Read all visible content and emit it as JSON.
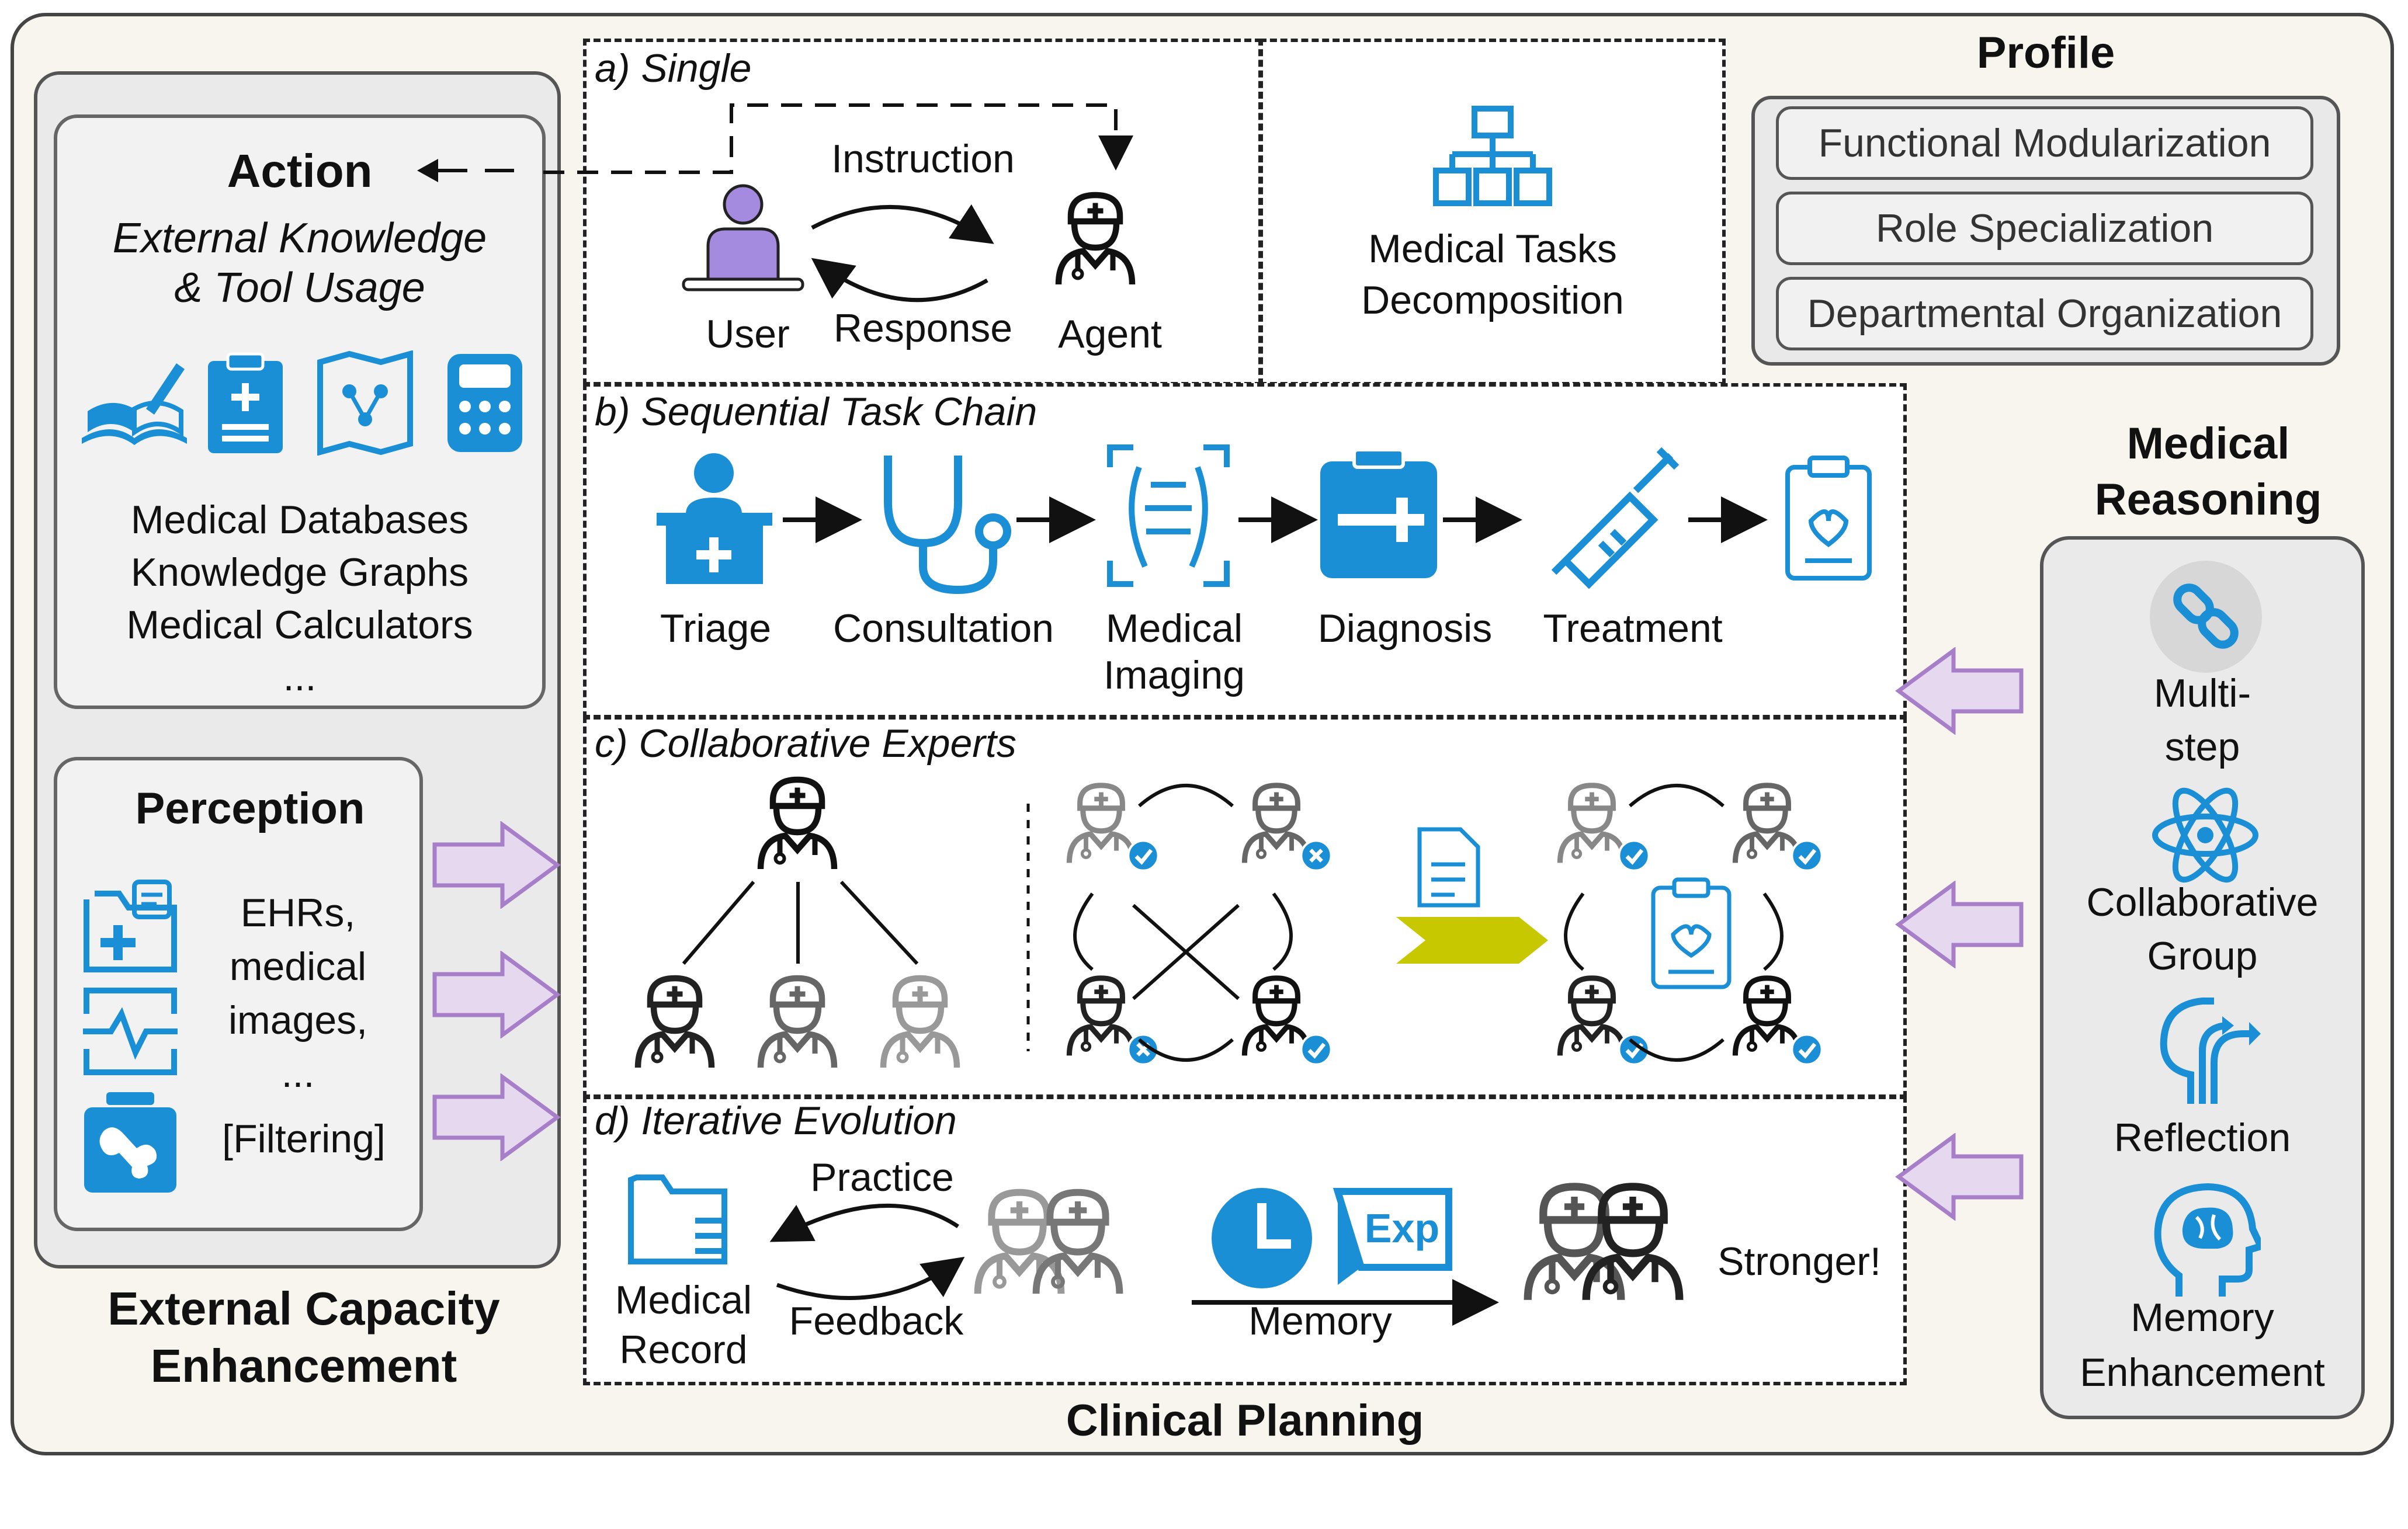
{
  "sections": {
    "external_capacity": "External Capacity\nEnhancement",
    "clinical_planning": "Clinical Planning",
    "profile": "Profile",
    "medical_reasoning": "Medical\nReasoning"
  },
  "action": {
    "title": "Action",
    "subtitle": "External Knowledge\n& Tool Usage",
    "resources": "Medical Databases\nKnowledge Graphs\nMedical Calculators\n...",
    "icons": [
      "book-icon",
      "clipboard-icon",
      "knowledge-map-icon",
      "calculator-icon"
    ]
  },
  "perception": {
    "title": "Perception",
    "inputs": "EHRs,\nmedical\nimages,\n...",
    "filtering": "[Filtering]",
    "icons": [
      "medical-folder-icon",
      "ecg-monitor-icon",
      "xray-icon"
    ]
  },
  "single": {
    "label": "a) Single",
    "instruction": "Instruction",
    "response": "Response",
    "user": "User",
    "agent": "Agent",
    "tasks": "Medical Tasks\nDecomposition"
  },
  "sequential": {
    "label": "b) Sequential Task Chain",
    "steps": [
      "Triage",
      "Consultation",
      "Medical\nImaging",
      "Diagnosis",
      "Treatment"
    ]
  },
  "collaborative": {
    "label": "c) Collaborative Experts"
  },
  "iterative": {
    "label": "d) Iterative Evolution",
    "practice": "Practice",
    "feedback": "Feedback",
    "record": "Medical\nRecord",
    "memory": "Memory",
    "exp": "Exp",
    "stronger": "Stronger!"
  },
  "profile_items": [
    "Functional Modularization",
    "Role Specialization",
    "Departmental Organization"
  ],
  "reasoning_items": [
    "Multi-\nstep",
    "Collaborative\nGroup",
    "Reflection",
    "Memory\nEnhancement"
  ],
  "colors": {
    "accent_blue": "#1b8fd6",
    "purple": "#a77ec8",
    "purple_fill": "#e6d8ee",
    "yellow": "#c8c800",
    "check_blue": "#1b8fd6"
  }
}
